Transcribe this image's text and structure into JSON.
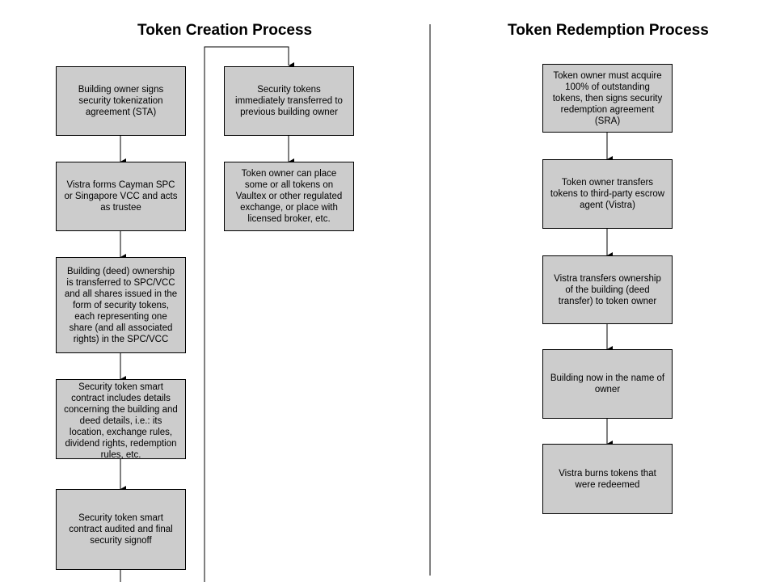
{
  "creation": {
    "title": "Token Creation Process",
    "steps": [
      "Building owner signs security tokenization agreement (STA)",
      "Vistra forms Cayman SPC or Singapore VCC and acts as trustee",
      "Building (deed) ownership is transferred to SPC/VCC and all shares issued in the form of security tokens, each representing one share (and all associated rights) in the SPC/VCC",
      "Security token smart contract includes details concerning the building and deed details, i.e.: its location, exchange rules, dividend rights, redemption rules, etc.",
      "Security token smart contract audited and final security signoff",
      "Security tokens immediately transferred to previous building owner",
      "Token owner can place some or all tokens on Vaultex or other regulated exchange, or place with licensed broker, etc."
    ]
  },
  "redemption": {
    "title": "Token Redemption Process",
    "steps": [
      "Token owner must acquire 100% of outstanding tokens, then signs security redemption agreement (SRA)",
      "Token owner transfers tokens to third-party escrow agent (Vistra)",
      "Vistra transfers ownership of the building (deed transfer) to token owner",
      "Building now in the name of owner",
      "Vistra burns tokens that were redeemed"
    ]
  }
}
